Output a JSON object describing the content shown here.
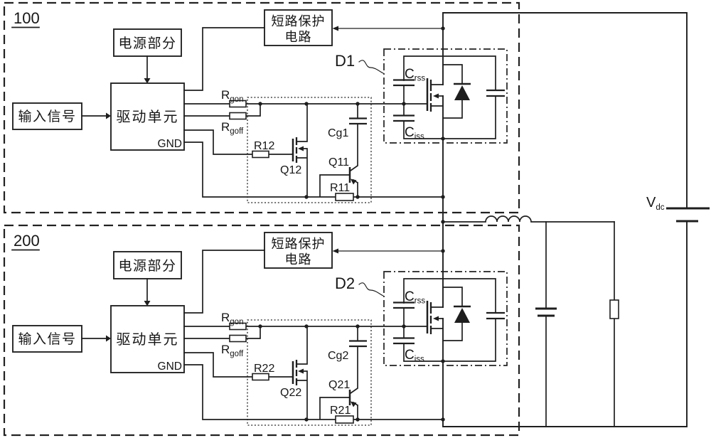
{
  "blocks": [
    {
      "label": "100",
      "input_box": "输入信号",
      "power_box": "电源部分",
      "driver_box": "驱动单元",
      "driver_gnd": "GND",
      "protection_box_line1": "短路保护",
      "protection_box_line2": "电路",
      "r_gate_on": {
        "base": "R",
        "sub": "gon"
      },
      "r_gate_off": {
        "base": "R",
        "sub": "goff"
      },
      "aux_resistor_1": "R12",
      "aux_mosfet": "Q12",
      "gate_capacitor": "Cg1",
      "aux_bjt": "Q11",
      "aux_resistor_2": "R11",
      "module_label": "D1",
      "crss": {
        "base": "C",
        "sub": "rss"
      },
      "ciss": {
        "base": "C",
        "sub": "iss"
      }
    },
    {
      "label": "200",
      "input_box": "输入信号",
      "power_box": "电源部分",
      "driver_box": "驱动单元",
      "driver_gnd": "GND",
      "protection_box_line1": "短路保护",
      "protection_box_line2": "电路",
      "r_gate_on": {
        "base": "R",
        "sub": "gon"
      },
      "r_gate_off": {
        "base": "R",
        "sub": "goff"
      },
      "aux_resistor_1": "R22",
      "aux_mosfet": "Q22",
      "gate_capacitor": "Cg2",
      "aux_bjt": "Q21",
      "aux_resistor_2": "R21",
      "module_label": "D2",
      "crss": {
        "base": "C",
        "sub": "rss"
      },
      "ciss": {
        "base": "C",
        "sub": "iss"
      }
    }
  ],
  "shared": {
    "vdc": {
      "base": "V",
      "sub": "dc"
    }
  },
  "colors": {
    "ink": "#1e1e1e",
    "background": "#ffffff"
  }
}
